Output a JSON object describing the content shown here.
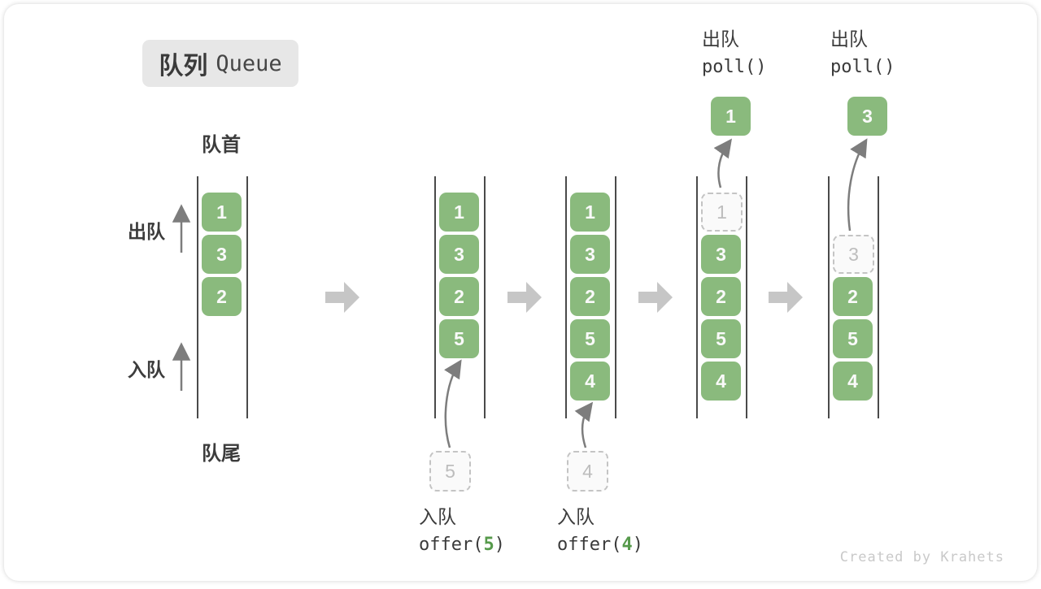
{
  "title": {
    "zh": "队列",
    "en": "Queue"
  },
  "side_labels": {
    "front": "队首",
    "rear": "队尾",
    "dequeue": "出队",
    "enqueue": "入队"
  },
  "watermark": "Created by Krahets",
  "diagram": {
    "type": "queue-states",
    "slot_count": 5,
    "states": [
      {
        "solid": [
          {
            "v": "1",
            "slot": 0
          },
          {
            "v": "3",
            "slot": 1
          },
          {
            "v": "2",
            "slot": 2
          }
        ]
      },
      {
        "solid": [
          {
            "v": "1",
            "slot": 0
          },
          {
            "v": "3",
            "slot": 1
          },
          {
            "v": "2",
            "slot": 2
          },
          {
            "v": "5",
            "slot": 3
          }
        ],
        "pending": "5"
      },
      {
        "solid": [
          {
            "v": "1",
            "slot": 0
          },
          {
            "v": "3",
            "slot": 1
          },
          {
            "v": "2",
            "slot": 2
          },
          {
            "v": "5",
            "slot": 3
          },
          {
            "v": "4",
            "slot": 4
          }
        ],
        "pending": "4"
      },
      {
        "solid": [
          {
            "v": "3",
            "slot": 1
          },
          {
            "v": "2",
            "slot": 2
          },
          {
            "v": "5",
            "slot": 3
          },
          {
            "v": "4",
            "slot": 4
          }
        ],
        "ghost": {
          "v": "1",
          "slot": 0
        },
        "removed": "1"
      },
      {
        "solid": [
          {
            "v": "2",
            "slot": 2
          },
          {
            "v": "5",
            "slot": 3
          },
          {
            "v": "4",
            "slot": 4
          }
        ],
        "ghost": {
          "v": "3",
          "slot": 1
        },
        "removed": "3"
      }
    ],
    "enqueue_ops": [
      {
        "action": "入队",
        "code_before": "offer(",
        "arg": "5",
        "code_after": ")"
      },
      {
        "action": "入队",
        "code_before": "offer(",
        "arg": "4",
        "code_after": ")"
      }
    ],
    "dequeue_ops": [
      {
        "action": "出队",
        "code": "poll()"
      },
      {
        "action": "出队",
        "code": "poll()"
      }
    ]
  },
  "colors": {
    "block_green": "#8ABA7D",
    "block_text": "#FAFAFA",
    "arg_green": "#569A4B",
    "title_bg": "#E7E7E7",
    "title_text": "#3A3A3A",
    "label_text": "#3C3C3C",
    "wall_line": "#4A4A4A",
    "big_arrow": "#C6C6C6",
    "curve_arrow": "#7D7D7D",
    "dashed_border": "#C4C4C4",
    "ghost_fill": "#FAFAFA",
    "ghost_text": "#BDBDBD",
    "watermark": "#C9C9C9"
  }
}
